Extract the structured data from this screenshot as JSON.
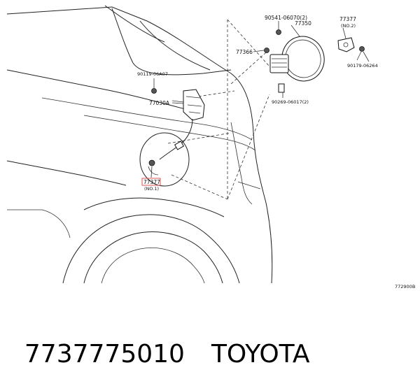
{
  "diagram": {
    "labels": {
      "bolt_top": "90541-06070(2)",
      "fuel_lid": "77350",
      "hinge_no2": "77377",
      "hinge_no2_sub": "(NO.2)",
      "clip_left": "77366",
      "screw_right": "90179-06264",
      "screw_bottom": "90269-06017(2)",
      "bolt_mid": "90119-06A07",
      "opener_cable": "77030A",
      "hinge_no1": "77377",
      "hinge_no1_sub": "(NO.1)",
      "diagram_code": "772900B"
    },
    "highlight_color": "#d9534f"
  },
  "caption": {
    "part_number": "7737775010",
    "brand": "TOYOTA"
  }
}
